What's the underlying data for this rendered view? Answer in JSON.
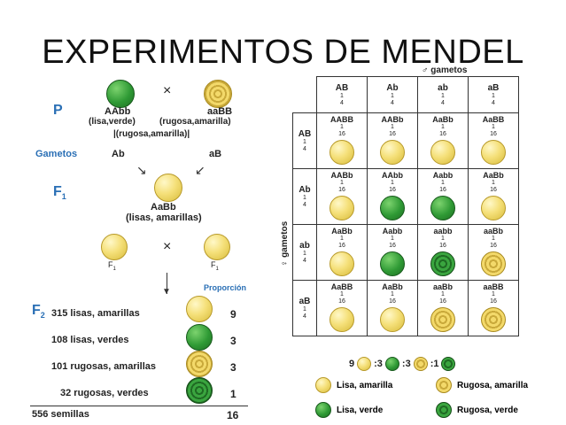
{
  "title": "EXPERIMENTOS DE MENDEL",
  "left": {
    "p_label": "P",
    "cross_symbol": "×",
    "parent1": {
      "genotype": "AAbb",
      "phenotype": "(lisa,verde)"
    },
    "parent2": {
      "genotype": "aaBB",
      "phenotype": "(rugosa,amarilla)"
    },
    "under_parents": "|(rugosa,amarilla)|",
    "gametes_label": "Gametos",
    "gamete1": "Ab",
    "gamete2": "aB",
    "f1_label": "F",
    "f1_sub": "1",
    "f1_genotype": "AaBb",
    "f1_phenotype": "(lisas, amarillas)",
    "f1_left": "F",
    "f1_left_sub": "1",
    "f1_right": "F",
    "f1_right_sub": "1",
    "proportion_label": "Proporción",
    "f2_label": "F",
    "f2_sub": "2",
    "rows": [
      {
        "text": "315 lisas, amarillas",
        "ratio": "9"
      },
      {
        "text": "108 lisas, verdes",
        "ratio": "3"
      },
      {
        "text": "101 rugosas, amarillas",
        "ratio": "3"
      },
      {
        "text": "32 rugosas, verdes",
        "ratio": "1"
      }
    ],
    "total_text": "556 semillas",
    "total_ratio": "16"
  },
  "right": {
    "gametes_top": "♂ gametos",
    "gametes_side": "♀ gametos",
    "col_headers": [
      "AB",
      "Ab",
      "ab",
      "aB"
    ],
    "header_fraction": {
      "num": "1",
      "den": "4"
    },
    "row_headers": [
      "AB",
      "Ab",
      "ab",
      "aB"
    ],
    "cell_fraction": {
      "num": "1",
      "den": "16"
    },
    "cells": [
      [
        {
          "g": "AABB",
          "s": "yel"
        },
        {
          "g": "AABb",
          "s": "yel"
        },
        {
          "g": "AaBb",
          "s": "yel"
        },
        {
          "g": "AaBB",
          "s": "yel"
        }
      ],
      [
        {
          "g": "AABb",
          "s": "yel"
        },
        {
          "g": "AAbb",
          "s": "grn"
        },
        {
          "g": "Aabb",
          "s": "grn"
        },
        {
          "g": "AaBb",
          "s": "yel"
        }
      ],
      [
        {
          "g": "AaBb",
          "s": "yel"
        },
        {
          "g": "Aabb",
          "s": "grn"
        },
        {
          "g": "aabb",
          "s": "grnw"
        },
        {
          "g": "aaBb",
          "s": "yelw"
        }
      ],
      [
        {
          "g": "AaBB",
          "s": "yel"
        },
        {
          "g": "AaBb",
          "s": "yel"
        },
        {
          "g": "aaBb",
          "s": "yelw"
        },
        {
          "g": "aaBB",
          "s": "yelw"
        }
      ]
    ],
    "ratio_line": {
      "a": "9",
      "b": ":3",
      "c": ":3",
      "d": ":1"
    },
    "legend": [
      {
        "label": "Lisa, amarilla",
        "s": "yel"
      },
      {
        "label": "Rugosa, amarilla",
        "s": "yelw"
      },
      {
        "label": "Lisa, verde",
        "s": "grn"
      },
      {
        "label": "Rugosa, verde",
        "s": "grnw"
      }
    ]
  }
}
